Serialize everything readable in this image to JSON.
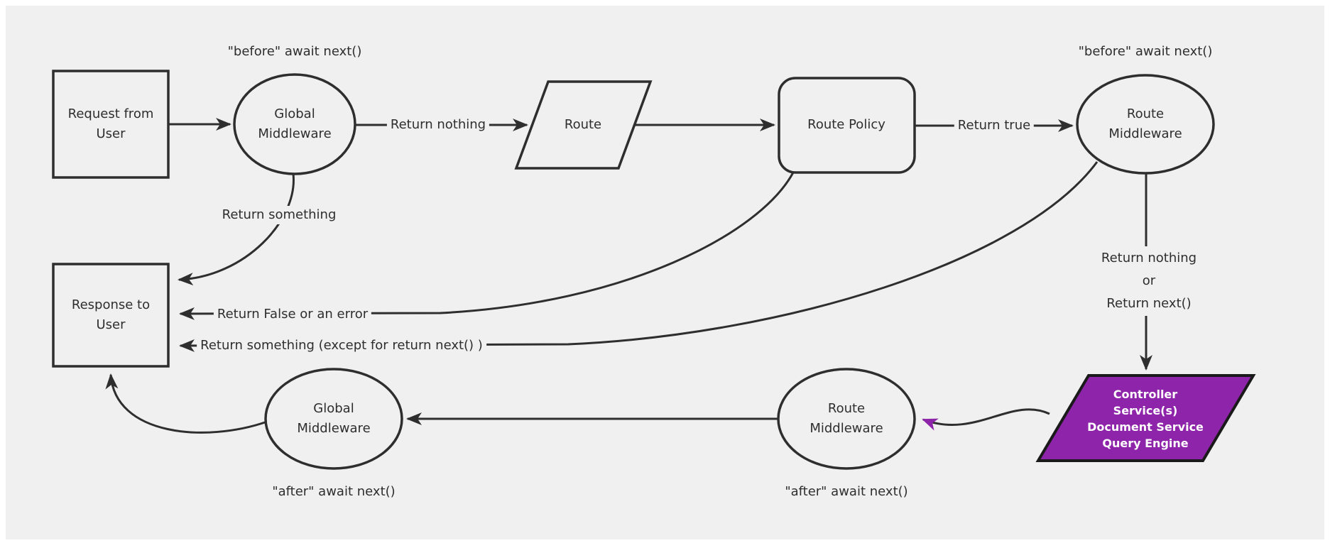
{
  "diagram_title": "request lifecycle middleware flowchart",
  "colors": {
    "background": "#f0f0f0",
    "frame": "#ffffff",
    "stroke": "#2e2e2e",
    "purple_fill": "#8e24aa",
    "purple_edge": "#8e24aa",
    "purple_border": "#1a1a1a",
    "text": "#2e2e2e",
    "text_on_purple": "#ffffff"
  },
  "nodes": {
    "request": [
      "Request from",
      "User"
    ],
    "global_middleware": [
      "Global",
      "Middleware"
    ],
    "route": [
      "Route"
    ],
    "route_policy": [
      "Route Policy"
    ],
    "route_middleware": [
      "Route",
      "Middleware"
    ],
    "response": [
      "Response to",
      "User"
    ],
    "controller": [
      "Controller",
      "Service(s)",
      "Document Service",
      "Query Engine"
    ]
  },
  "edge_labels": {
    "before_await": "\"before\" await next()",
    "after_await": "\"after\" await next()",
    "return_nothing": "Return nothing",
    "return_something": "Return something",
    "return_true": "Return true",
    "return_false": "Return False or an error",
    "return_something_except": "Return something (except for return next() )",
    "return_nothing_or": [
      "Return nothing",
      "or",
      "Return next()"
    ]
  }
}
